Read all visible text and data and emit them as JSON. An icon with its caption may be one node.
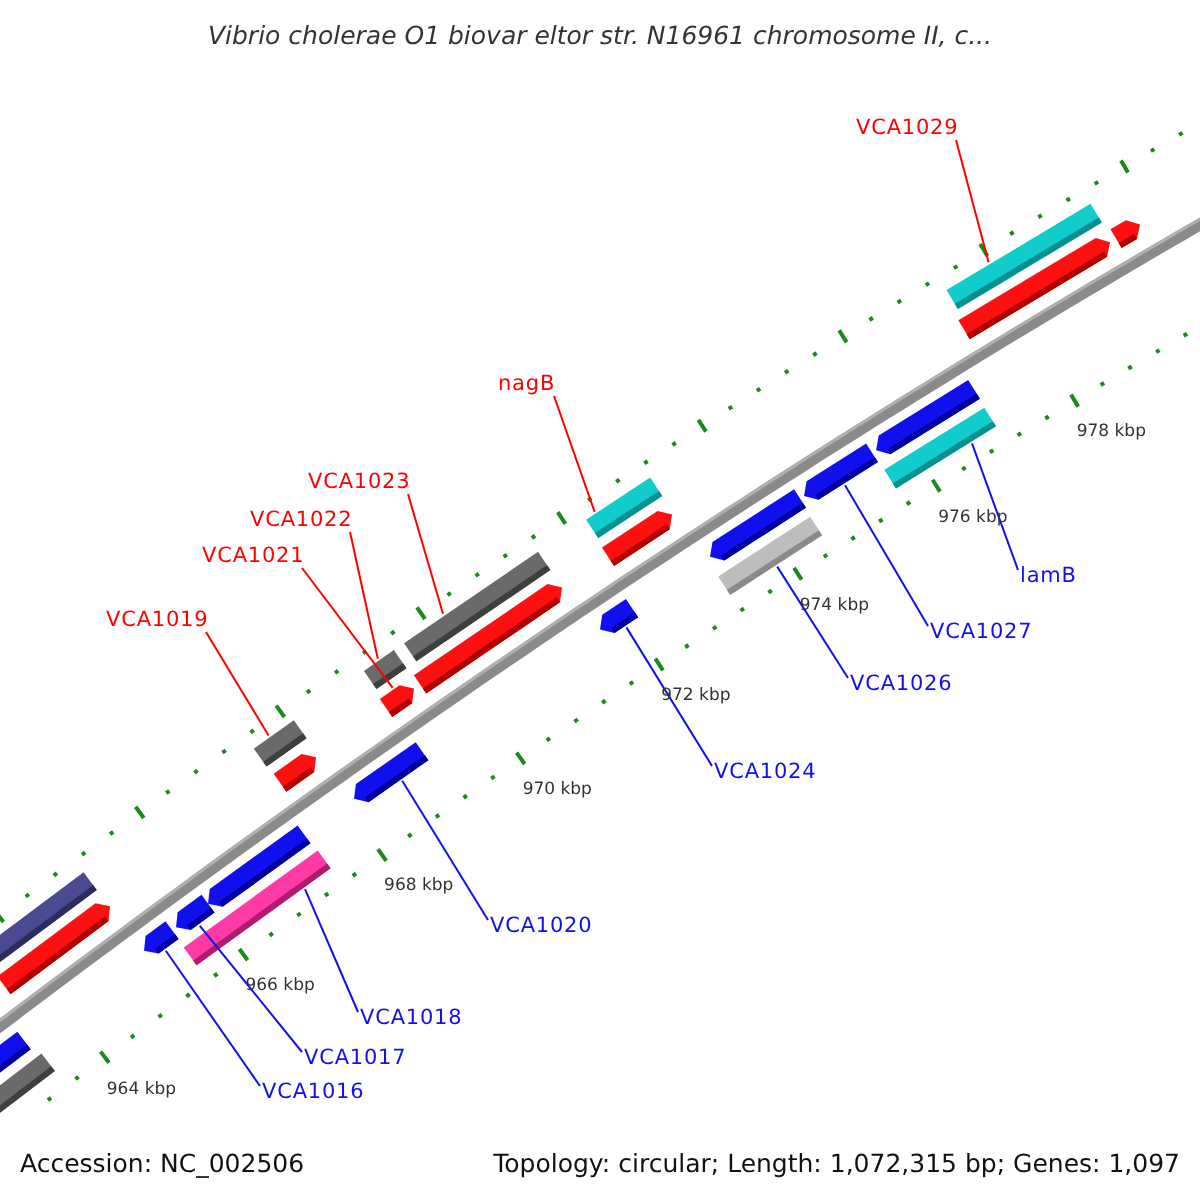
{
  "diagram": {
    "title": "Vibrio cholerae O1 biovar eltor str. N16961 chromosome II, c...",
    "nodes": [
      {
        "text": [
          "VCA1029"
        ]
      },
      {
        "text": [
          "nagB"
        ]
      },
      {
        "text": [
          "VCA1023"
        ]
      },
      {
        "text": [
          "VCA1022"
        ]
      },
      {
        "text": [
          "VCA1021"
        ]
      },
      {
        "text": [
          "lamB"
        ]
      },
      {
        "text": [
          "VCA1019"
        ]
      },
      {
        "text": [
          "VCA1027"
        ]
      },
      {
        "text": [
          "VCA1026"
        ]
      },
      {
        "text": [
          "VCA1024"
        ]
      },
      {
        "text": [
          "VCA1020"
        ]
      },
      {
        "text": [
          "VCA1018"
        ]
      },
      {
        "text": [
          "VCA1017"
        ]
      },
      {
        "text": [
          "VCA1016"
        ]
      },
      {
        "text": [],
        "shape": "bar"
      },
      {
        "text": [],
        "shape": "pentagon"
      },
      {
        "text": [],
        "shape": "bar"
      },
      {
        "text": [],
        "shape": "pentagon"
      },
      {
        "text": [],
        "shape": "pentagon"
      },
      {
        "text": [],
        "shape": "pentagon"
      },
      {
        "text": [],
        "shape": "bar"
      },
      {
        "text": [],
        "shape": "pentagon"
      },
      {
        "text": [],
        "shape": "bar"
      },
      {
        "text": [],
        "shape": "pentagon"
      },
      {
        "text": [],
        "shape": "pentagon"
      },
      {
        "text": [],
        "shape": "bar"
      },
      {
        "text": [],
        "shape": "pentagon"
      },
      {
        "text": [],
        "shape": "bar"
      },
      {
        "text": [],
        "shape": "pentagon"
      },
      {
        "text": [],
        "shape": "bar"
      },
      {
        "text": [],
        "shape": "pentagon"
      },
      {
        "text": [],
        "shape": "pentagon"
      },
      {
        "text": [],
        "shape": "pentagon"
      },
      {
        "text": [],
        "shape": "bar"
      },
      {
        "text": [],
        "shape": "pentagon"
      },
      {
        "text": [],
        "shape": "pentagon"
      },
      {
        "text": [],
        "shape": "bar"
      },
      {
        "text": [],
        "shape": "bar"
      },
      {
        "text": [],
        "shape": "pentagon"
      },
      {
        "text": [],
        "shape": "pentagon"
      }
    ],
    "edges": [
      {
        "from": 0,
        "to": 37,
        "arrow": "none",
        "color": "#ff0000"
      },
      {
        "from": 1,
        "to": 29,
        "arrow": "none",
        "color": "#ff0000"
      },
      {
        "from": 2,
        "to": 27,
        "arrow": "none",
        "color": "#ff0000"
      },
      {
        "from": 3,
        "to": 25,
        "arrow": "none",
        "color": "#ff0000"
      },
      {
        "from": 4,
        "to": 26,
        "arrow": "none",
        "color": "#ff0000"
      },
      {
        "from": 5,
        "to": 36,
        "arrow": "none"
      },
      {
        "from": 6,
        "to": 22,
        "arrow": "none",
        "color": "#ff0000"
      },
      {
        "from": 7,
        "to": 34,
        "arrow": "none"
      },
      {
        "from": 8,
        "to": 33,
        "arrow": "none"
      },
      {
        "from": 9,
        "to": 30,
        "arrow": "none"
      },
      {
        "from": 10,
        "to": 24,
        "arrow": "none"
      },
      {
        "from": 11,
        "to": 20,
        "arrow": "none"
      },
      {
        "from": 12,
        "to": 19,
        "arrow": "none"
      },
      {
        "from": 13,
        "to": 18,
        "arrow": "none"
      }
    ],
    "labels": [
      "964 kbp",
      "966 kbp",
      "968 kbp",
      "970 kbp",
      "972 kbp",
      "974 kbp",
      "976 kbp",
      "978 kbp",
      "Accession: NC_002506",
      "Topology: circular; Length: 1,072,315 bp; Genes: 1,097"
    ]
  }
}
